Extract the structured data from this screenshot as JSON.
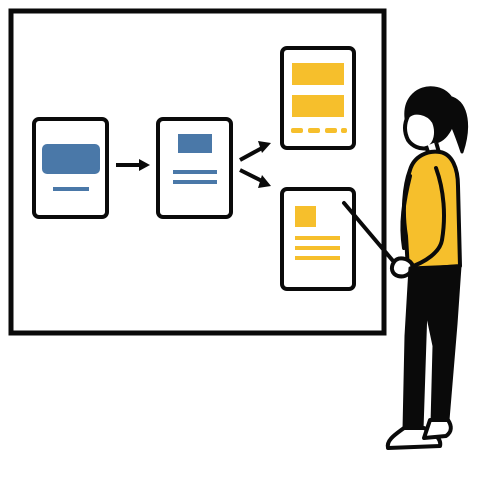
{
  "colors": {
    "outline": "#0a0a0a",
    "background": "#ffffff",
    "blue_accent": "#4a78a8",
    "yellow_accent": "#f6bf2c",
    "skin": "#ffffff",
    "shirt": "#f6bf2c",
    "pants": "#0a0a0a"
  },
  "diagram": {
    "nodes": [
      {
        "id": "screen-1",
        "variant": "blue",
        "content": [
          "hero-block",
          "caption-line"
        ]
      },
      {
        "id": "screen-2",
        "variant": "blue",
        "content": [
          "thumbnail-block",
          "text-line",
          "text-line"
        ]
      },
      {
        "id": "screen-3",
        "variant": "yellow",
        "content": [
          "banner-block",
          "banner-block",
          "dashed-line"
        ]
      },
      {
        "id": "screen-4",
        "variant": "yellow",
        "content": [
          "small-square",
          "text-line",
          "text-line",
          "text-line"
        ]
      }
    ],
    "edges": [
      {
        "from": "screen-1",
        "to": "screen-2"
      },
      {
        "from": "screen-2",
        "to": "screen-3"
      },
      {
        "from": "screen-2",
        "to": "screen-4"
      }
    ]
  },
  "figure": {
    "role": "presenter",
    "pointing_at": "screen-4"
  },
  "icons": [
    "whiteboard",
    "screen-card",
    "arrow-right",
    "presenter-person",
    "pointer-stick"
  ]
}
